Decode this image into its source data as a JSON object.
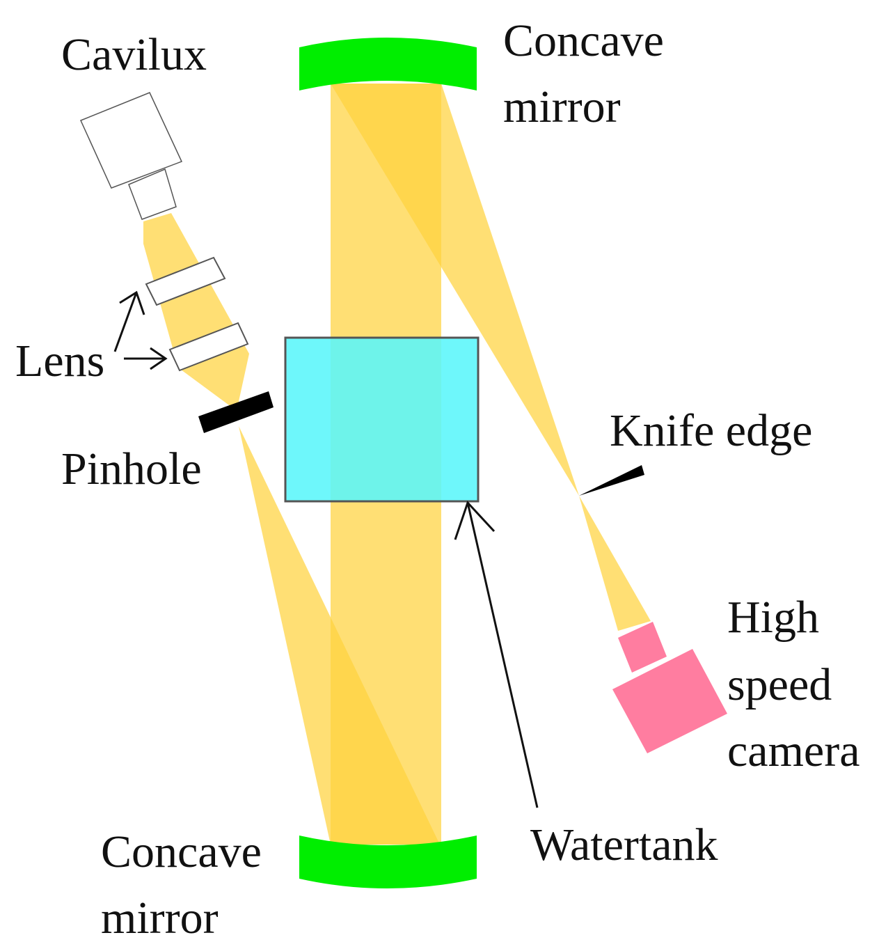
{
  "labels": {
    "cavilux": "Cavilux",
    "lens": "Lens",
    "pinhole": "Pinhole",
    "concave_mirror_top_line1": "Concave",
    "concave_mirror_top_line2": "mirror",
    "concave_mirror_bottom_line1": "Concave",
    "concave_mirror_bottom_line2": "mirror",
    "knife_edge": "Knife edge",
    "high_speed_camera_line1": "High",
    "high_speed_camera_line2": "speed",
    "high_speed_camera_line3": "camera",
    "watertank": "Watertank"
  },
  "colors": {
    "light_beam": "#FFD23F",
    "mirror": "#00EE00",
    "watertank": "#5AF6FA",
    "camera": "#FF7DA0",
    "pinhole": "#000000",
    "outline": "#555555",
    "text": "#111111"
  }
}
